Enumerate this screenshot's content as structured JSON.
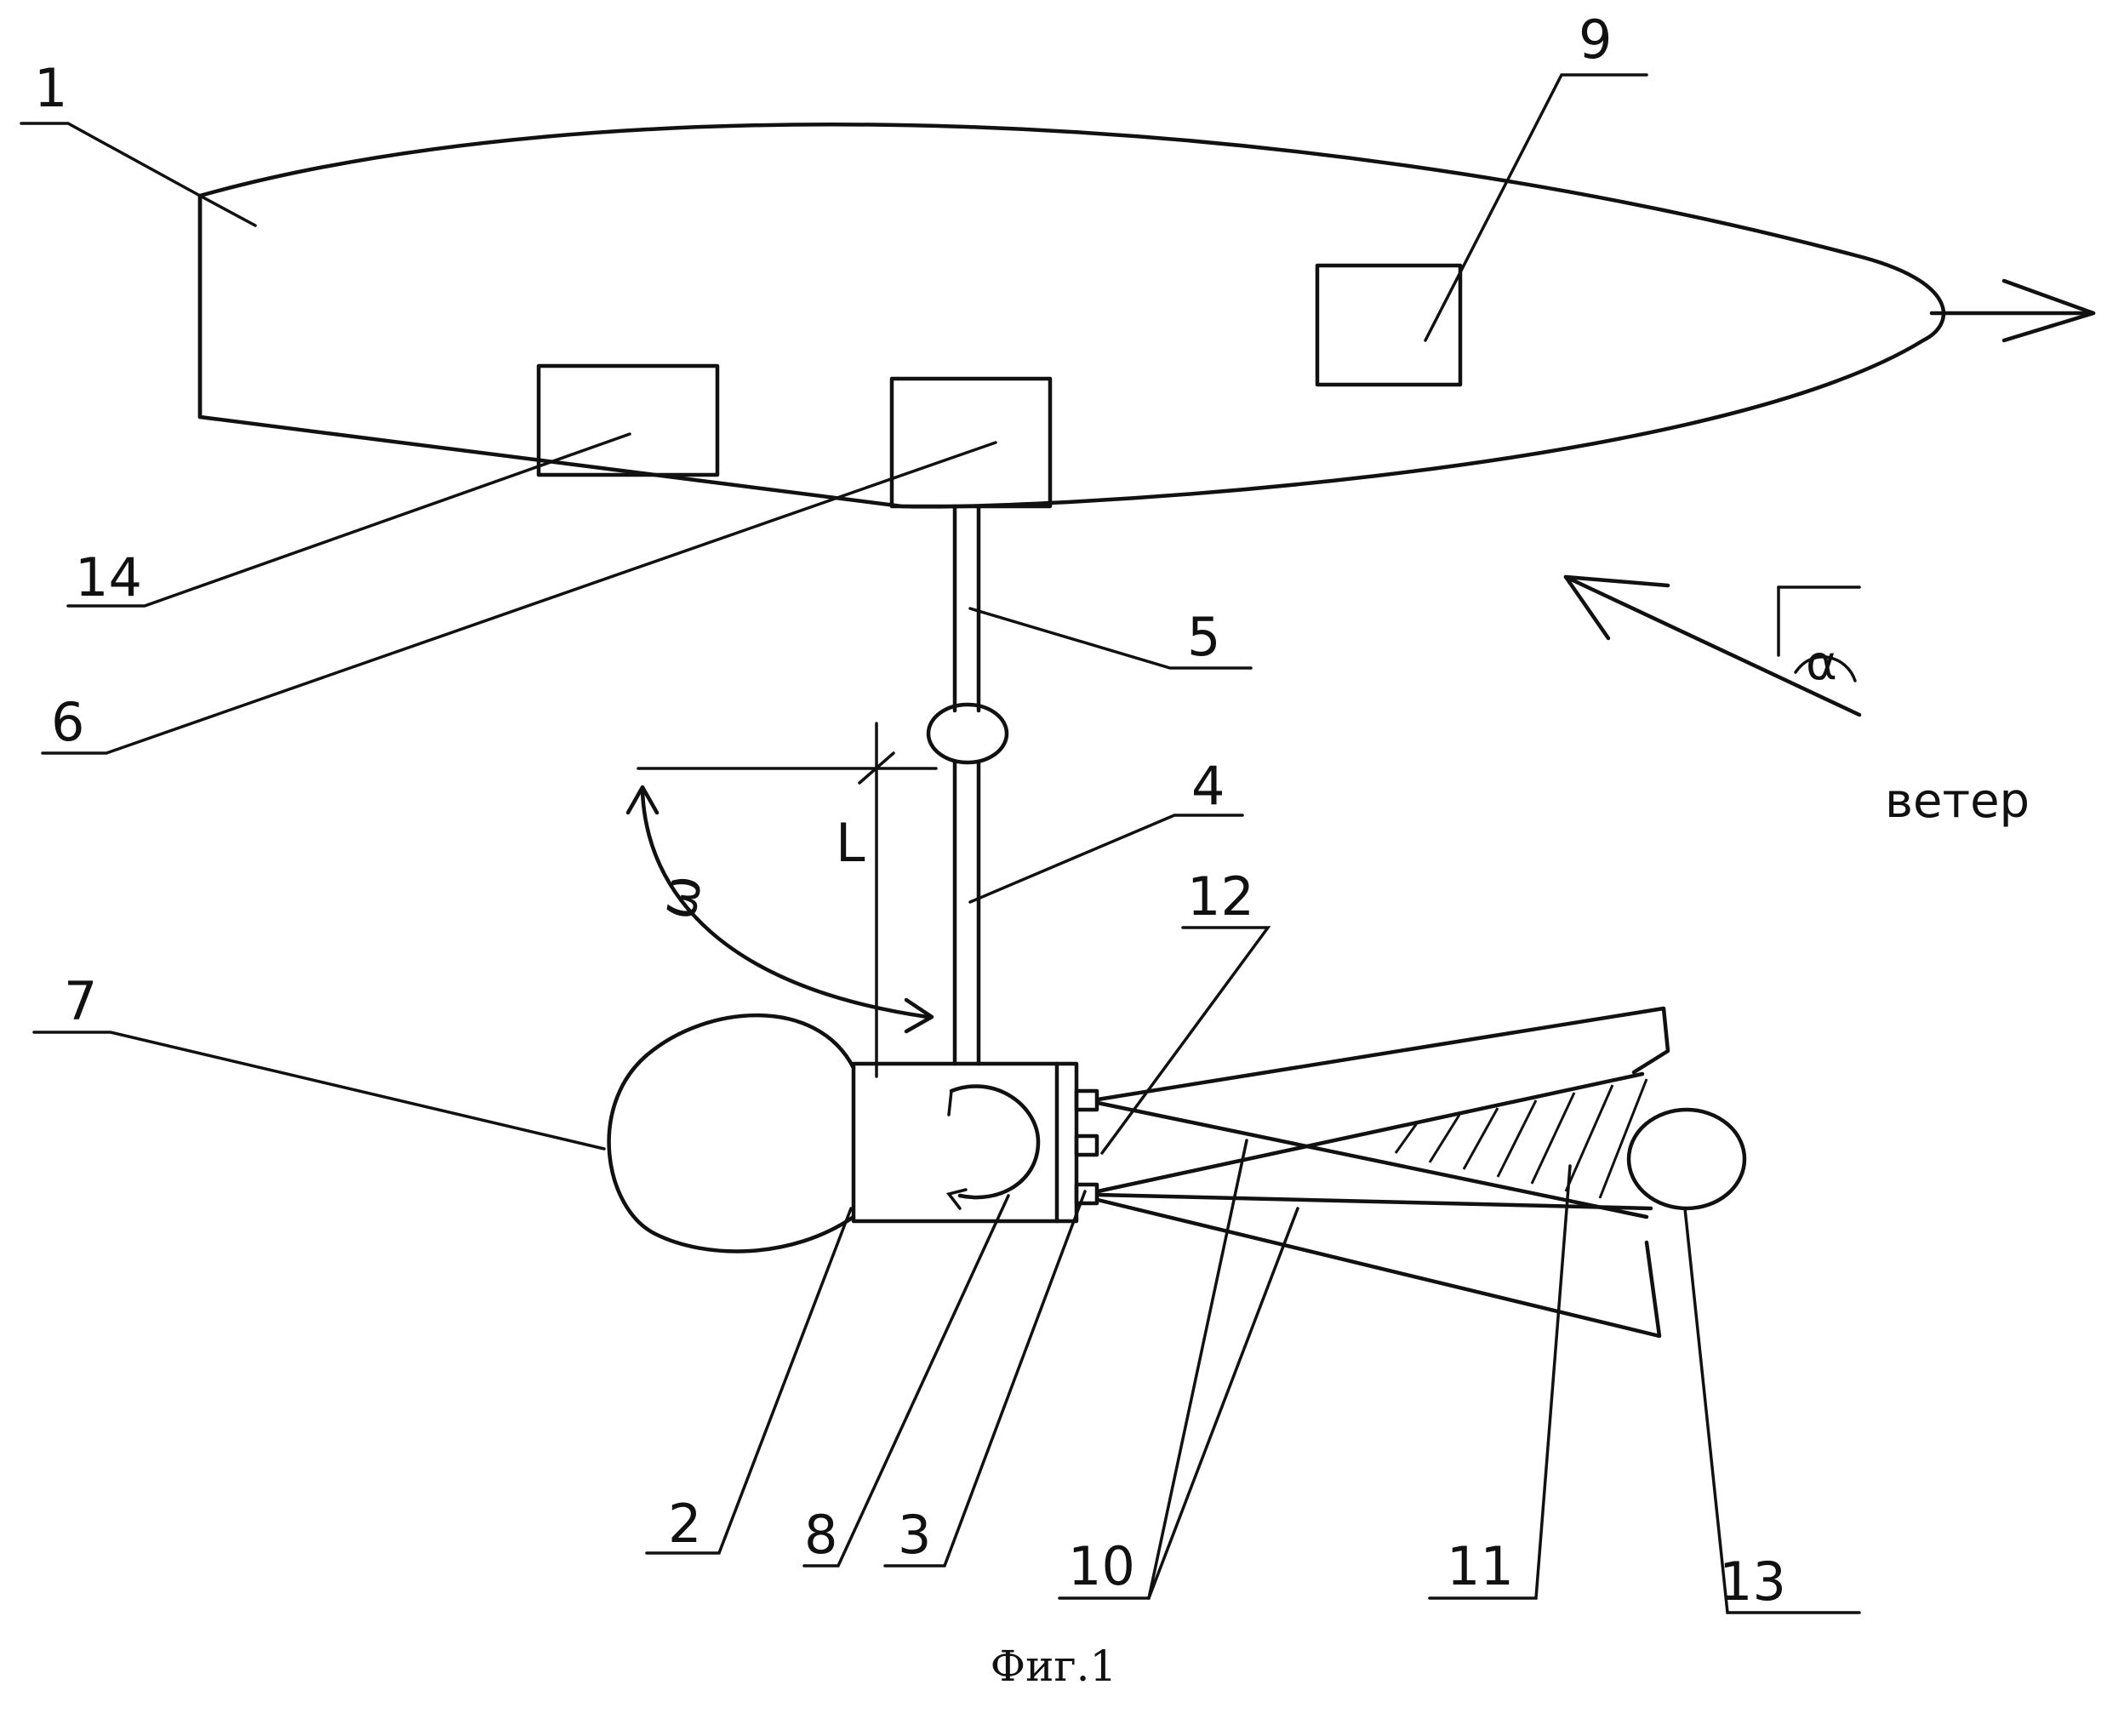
{
  "labels": {
    "n1": "1",
    "n2": "2",
    "n3": "3",
    "n4": "4",
    "n5": "5",
    "n6": "6",
    "n7": "7",
    "n8": "8",
    "n9": "9",
    "n10": "10",
    "n11": "11",
    "n12": "12",
    "n13": "13",
    "n14": "14"
  },
  "symbols": {
    "length": "L",
    "angular_velocity": "ω",
    "wind_angle": "α"
  },
  "wind_label": "ветер",
  "caption": "Фиг.1"
}
